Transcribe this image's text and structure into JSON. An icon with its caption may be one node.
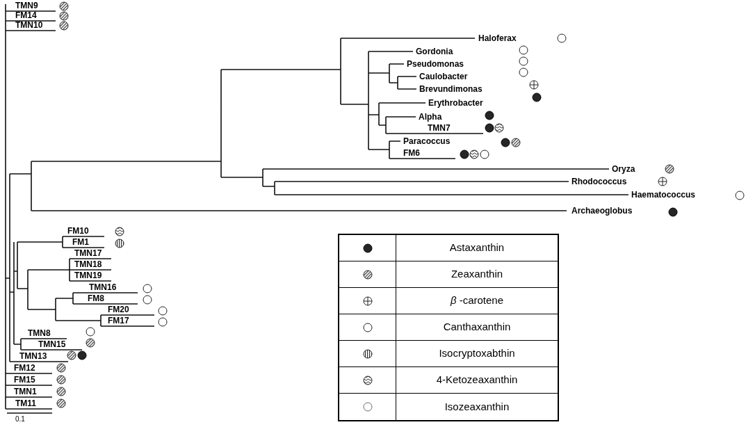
{
  "diagram": {
    "labels": [
      "TMN9",
      "FM14",
      "TMN10",
      "Haloferax",
      "Gordonia",
      "Pseudomonas",
      "Caulobacter",
      "Brevundimonas",
      "Erythrobacter",
      "Alpha",
      "TMN7",
      "Paracoccus",
      "FM6",
      "Oryza",
      "Rhodococcus",
      "Haematococcus",
      "Archaeoglobus",
      "FM10",
      "FM1",
      "TMN17",
      "TMN18",
      "TMN19",
      "TMN16",
      "FM8",
      "FM20",
      "FM17",
      "TMN8",
      "TMN15",
      "TMN13",
      "FM12",
      "FM15",
      "TMN1",
      "TM11",
      "0.1"
    ],
    "legend": [
      {
        "text": "Astaxanthin"
      },
      {
        "text": "Zeaxanthin"
      },
      {
        "text": "*β* -carotene"
      },
      {
        "text": "Canthaxanthin"
      },
      {
        "text": "Isocryptoxabthin"
      },
      {
        "text": "4-Ketozeaxanthin"
      },
      {
        "text": "Isozeaxanthin"
      }
    ]
  }
}
